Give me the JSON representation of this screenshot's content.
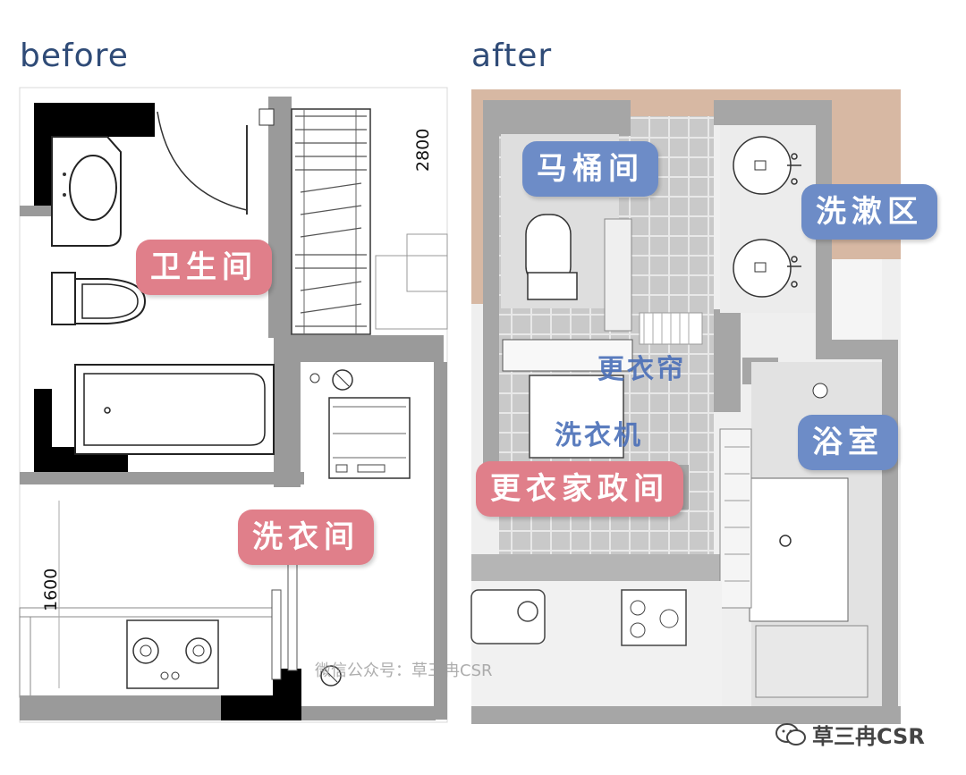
{
  "headings": {
    "before": "before",
    "after": "after"
  },
  "dimensions": {
    "top": "2800",
    "bottom": "1600"
  },
  "labels_before": {
    "bathroom": "卫生间",
    "laundry": "洗衣间"
  },
  "labels_after": {
    "toilet_room": "马桶间",
    "washing_area": "洗漱区",
    "wardrobe": "更衣帘",
    "washing_machine": "洗衣机",
    "shower": "浴室",
    "dressing_room": "更衣家政间"
  },
  "watermark": "微信公众号：草三冉CSR",
  "brand": "草三冉CSR",
  "colors": {
    "pink_bubble": "#e07f8a",
    "blue_bubble": "#6d8cc7",
    "wall": "#9a9a9a",
    "tile": "#cfcfcf"
  }
}
